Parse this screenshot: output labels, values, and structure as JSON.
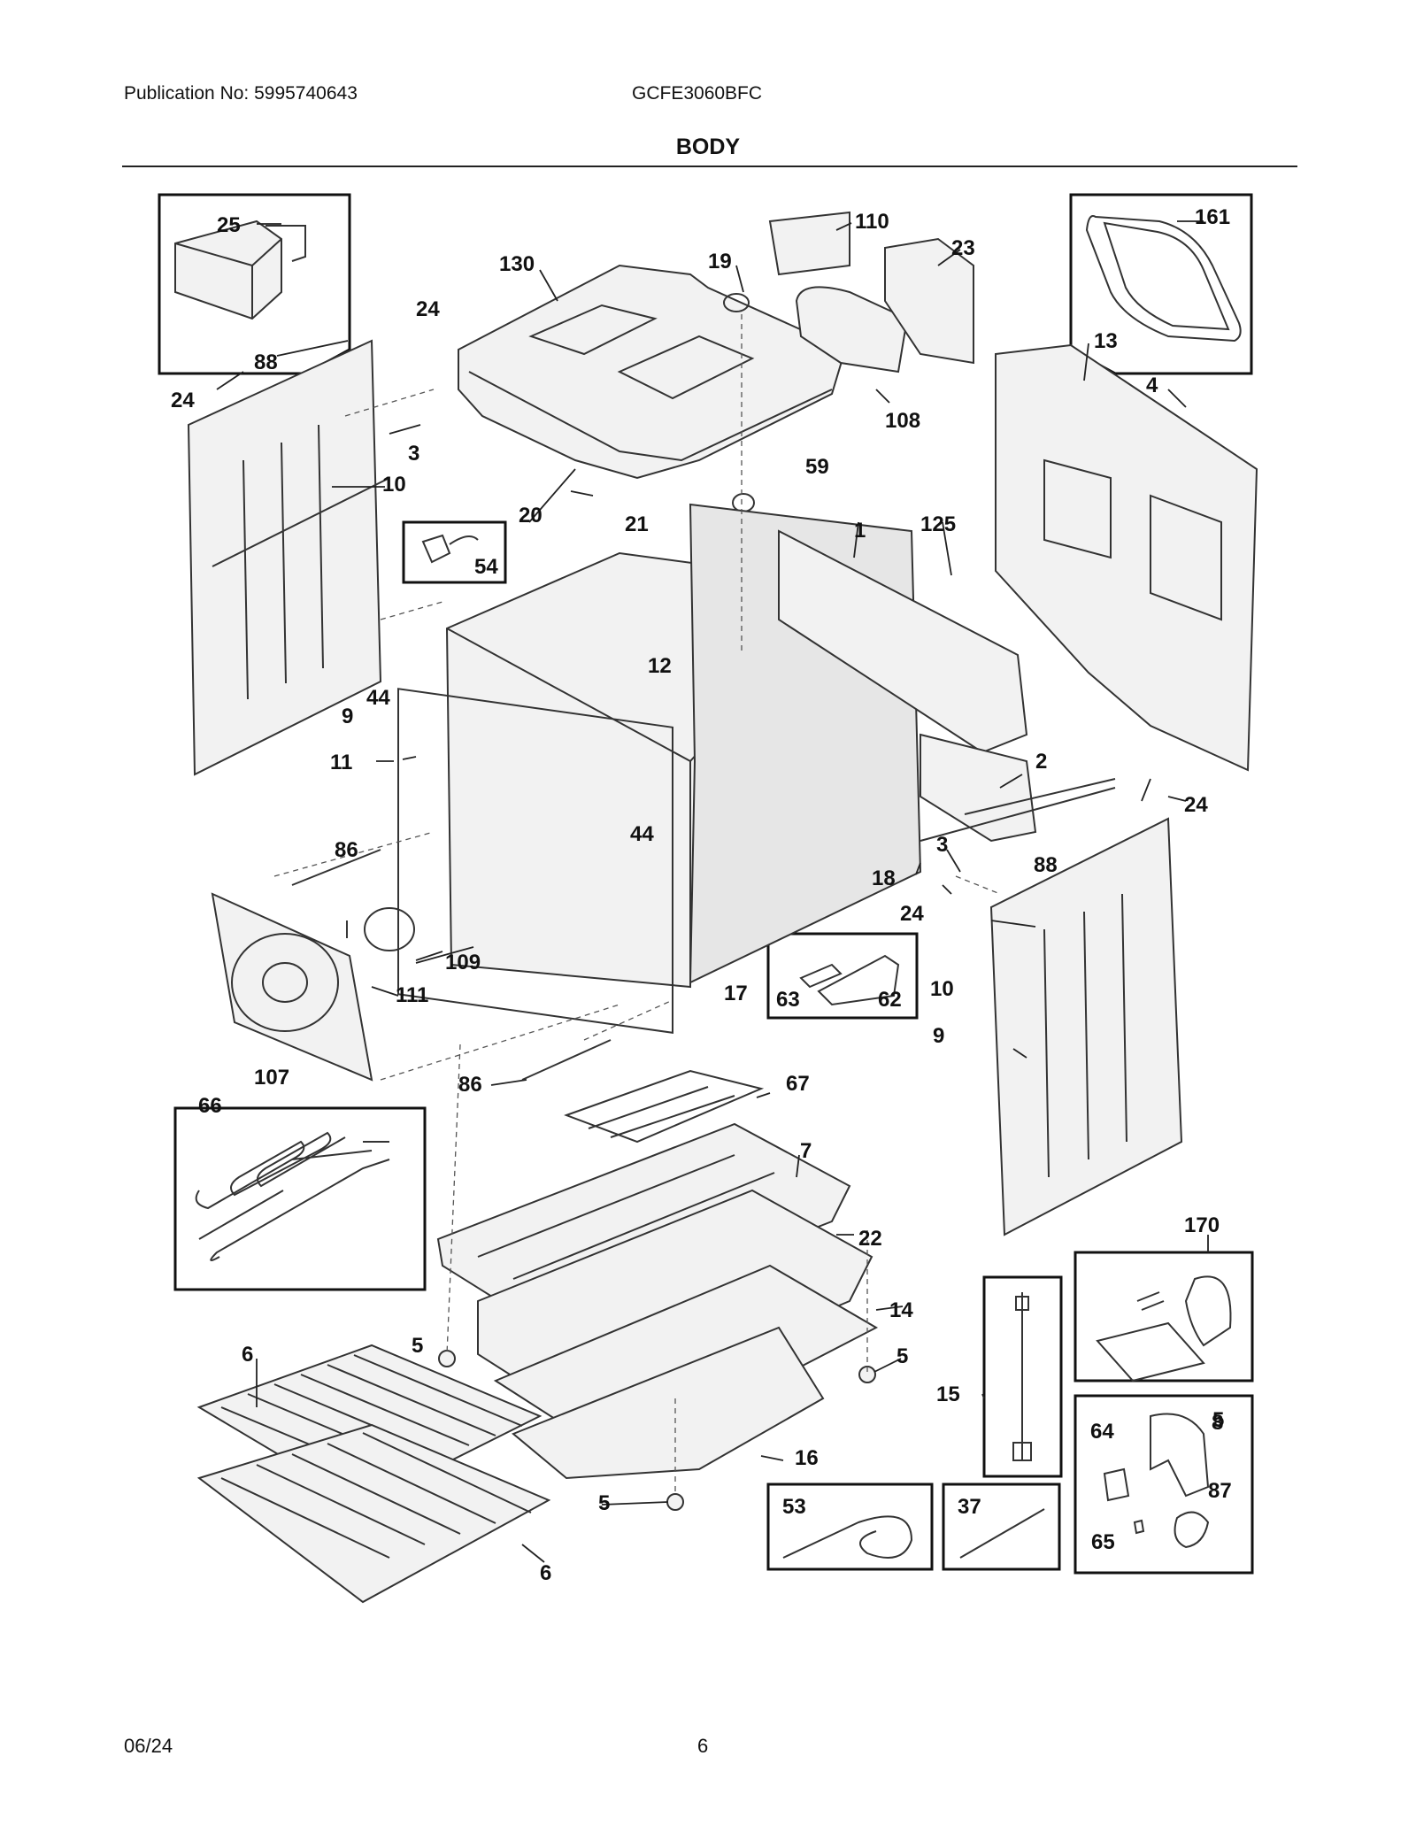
{
  "header": {
    "publication": "Publication No: 5995740643",
    "model": "GCFE3060BFC",
    "title": "BODY"
  },
  "footer": {
    "date": "06/24",
    "page": "6"
  },
  "callouts": [
    "1",
    "2",
    "3",
    "3",
    "4",
    "5",
    "5",
    "5",
    "5",
    "6",
    "6",
    "7",
    "8",
    "9",
    "9",
    "10",
    "10",
    "11",
    "12",
    "13",
    "14",
    "15",
    "16",
    "17",
    "18",
    "19",
    "20",
    "21",
    "22",
    "23",
    "24",
    "24",
    "24",
    "24",
    "25",
    "37",
    "44",
    "44",
    "53",
    "54",
    "59",
    "62",
    "63",
    "64",
    "65",
    "66",
    "67",
    "86",
    "86",
    "87",
    "88",
    "88",
    "107",
    "108",
    "109",
    "110",
    "111",
    "125",
    "130",
    "161",
    "170"
  ]
}
